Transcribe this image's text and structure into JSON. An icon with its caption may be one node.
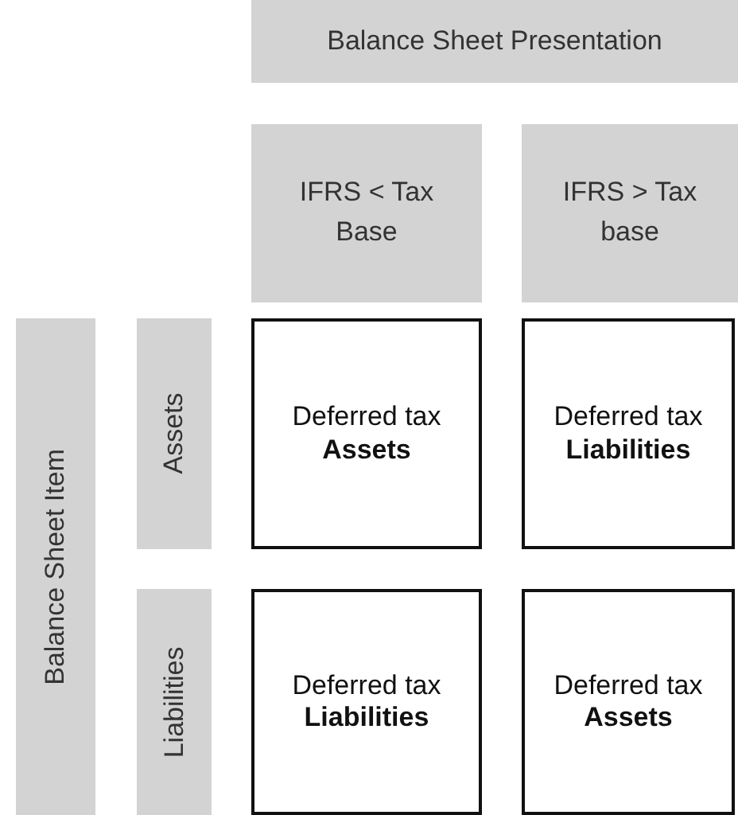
{
  "diagram": {
    "nodes": [
      {
        "text": [
          "Balance Sheet Presentation"
        ]
      },
      {
        "text": [
          "IFRS < Tax Base"
        ]
      },
      {
        "text": [
          "IFRS > Tax base"
        ]
      },
      {
        "text": [
          "Balance Sheet Item"
        ]
      },
      {
        "text": [
          "Assets"
        ]
      },
      {
        "text": [
          "Liabilities"
        ]
      },
      {
        "text": [
          "Deferred tax **Assets**"
        ]
      },
      {
        "text": [
          "Deferred tax **Liabilities**"
        ]
      },
      {
        "text": [
          "Deferred tax **Liabilities**"
        ]
      },
      {
        "text": [
          "Deferred tax **Assets**"
        ]
      }
    ]
  }
}
